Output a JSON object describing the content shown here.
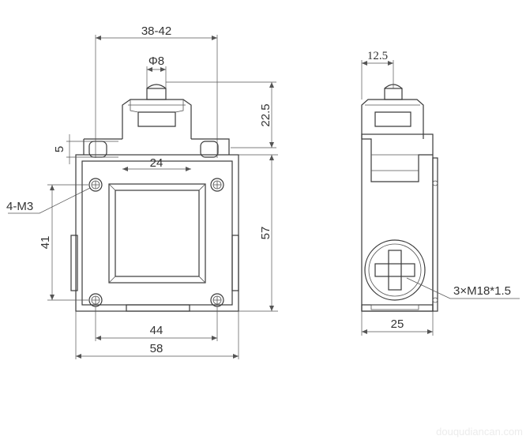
{
  "front_view": {
    "dims": {
      "width_holes": "38-42",
      "plunger_dia": "Φ8",
      "plunger_height": "22.5",
      "slot": "5",
      "head_width": "24",
      "mount_holes": "4-M3",
      "body_height": "57",
      "hole_spacing_v": "41",
      "hole_spacing_h": "44",
      "body_width": "58"
    }
  },
  "side_view": {
    "dims": {
      "plunger_offset": "12.5",
      "conduit": "3×M18*1.5",
      "depth": "25"
    }
  },
  "watermark": "douqudiancan.com"
}
